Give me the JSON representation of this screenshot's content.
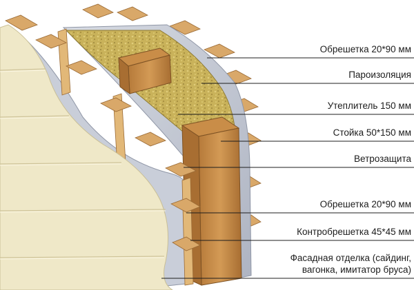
{
  "labels": {
    "obreshetka_top": "Обрешетка 20*90 мм",
    "paroizolyatsiya": "Пароизоляция",
    "uteplitel": "Утеплитель 150 мм",
    "stoyka": "Стойка 50*150 мм",
    "vetrozashchita": "Ветрозащита",
    "obreshetka_bottom": "Обрешетка 20*90 мм",
    "kontrobreshetka": "Контробрешетка 45*45 мм",
    "fasad_line1": "Фасадная отделка (сайдинг,",
    "fasad_line2": "вагонка, имитатор бруса)"
  },
  "colors": {
    "siding": "#efe8c8",
    "wood": "#d9a869",
    "membrane": "#c9ced9",
    "vapor_membrane": "#a9afbd",
    "insulation": "#c9b25a",
    "leader": "#1c1c1c"
  }
}
